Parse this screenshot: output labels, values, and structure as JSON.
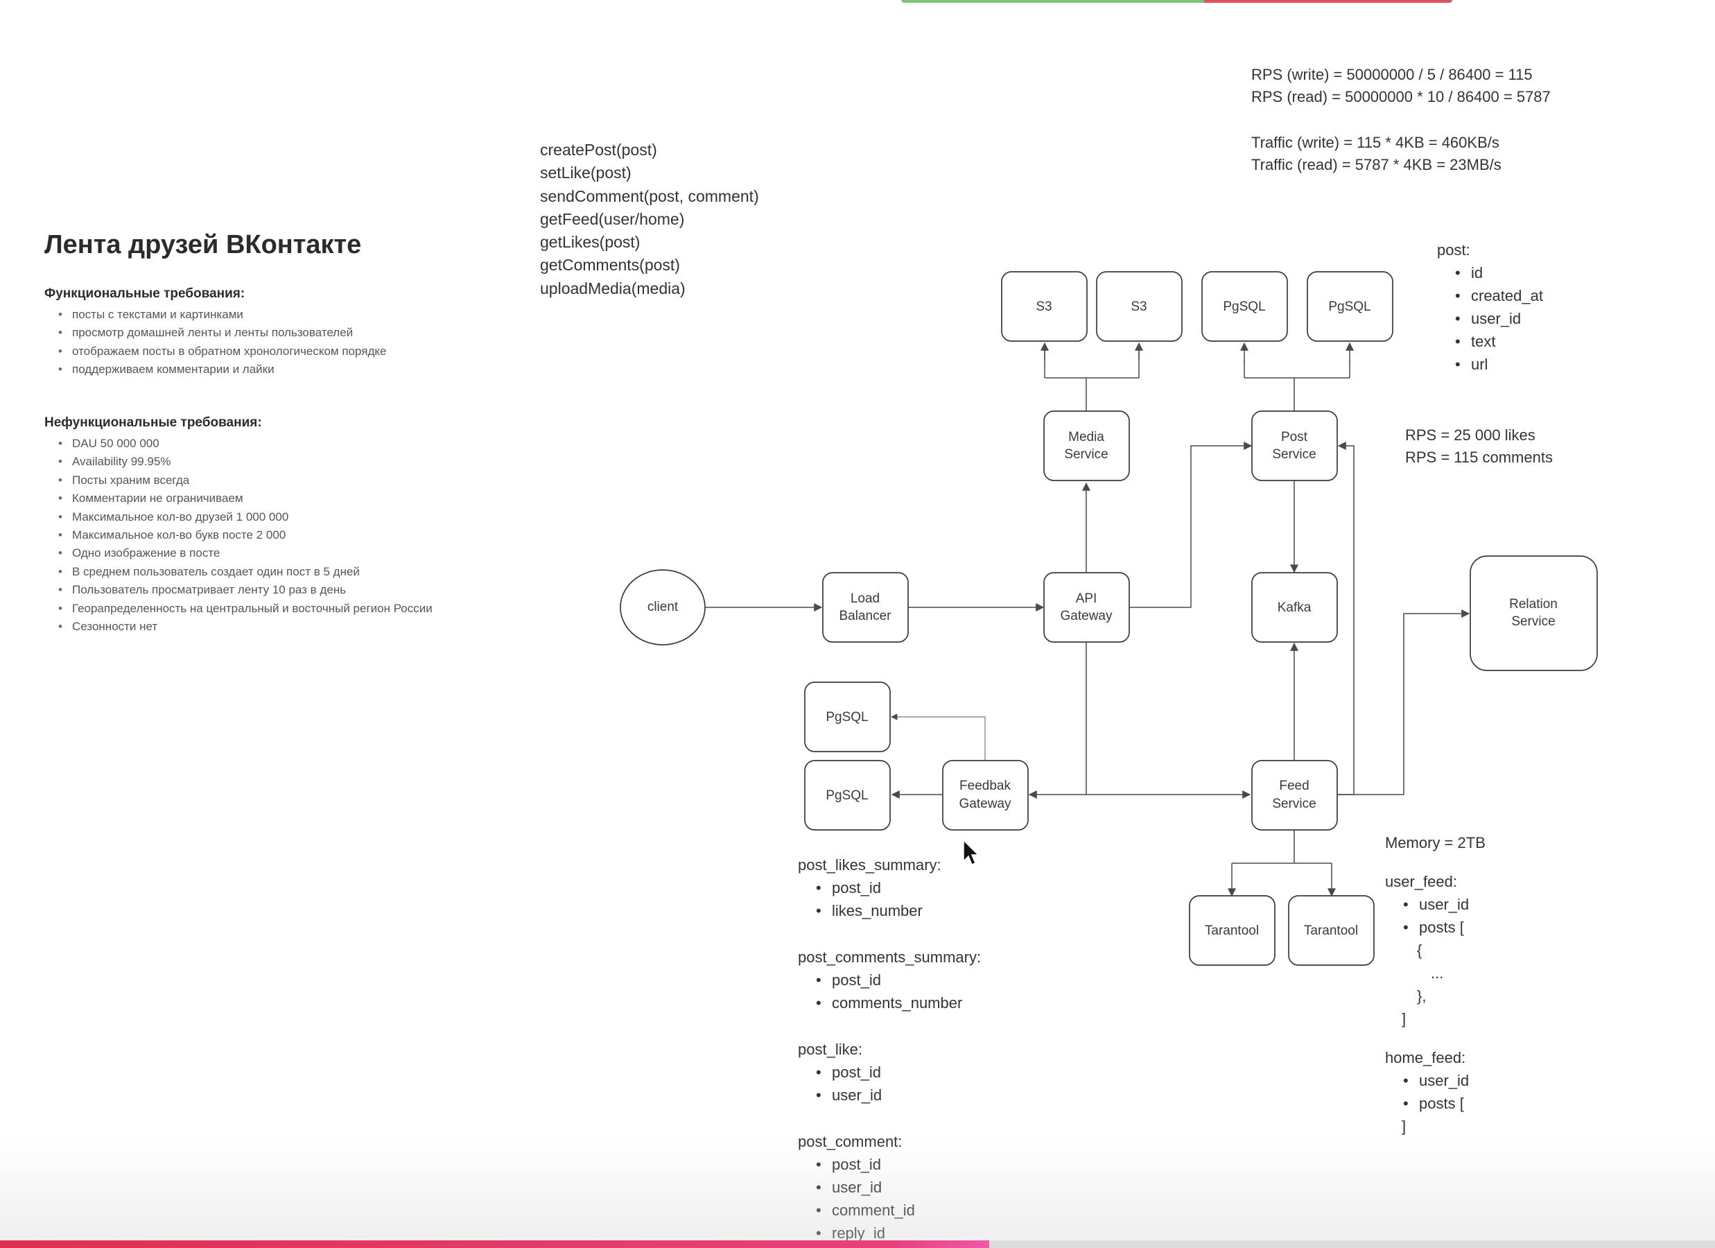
{
  "page": {
    "title": "Лента друзей ВКонтакте",
    "functional": {
      "heading": "Функциональные требования:",
      "items": [
        "посты с текстами и картинками",
        "просмотр домашней ленты и ленты пользователей",
        "отображаем посты в обратном хронологическом порядке",
        "поддерживаем комментарии и лайки"
      ]
    },
    "nonfunctional": {
      "heading": "Нефункциональные требования:",
      "items": [
        "DAU 50 000 000",
        "Availability 99.95%",
        "Посты храним всегда",
        "Комментарии не ограничиваем",
        "Максимальное кол-во друзей 1 000 000",
        "Максимальное кол-во букв посте 2 000",
        "Одно изображение в посте",
        "В среднем пользователь создает один пост в 5 дней",
        "Пользователь просматривает ленту 10 раз в день",
        "Георапределенность на центральный и восточный регион России",
        "Сезонности нет"
      ]
    }
  },
  "api": [
    "createPost(post)",
    "setLike(post)",
    "sendComment(post, comment)",
    "getFeed(user/home)",
    "getLikes(post)",
    "getComments(post)",
    "uploadMedia(media)"
  ],
  "calculations": {
    "rps_write": "RPS (write) = 50000000 / 5 / 86400 = 115",
    "rps_read": "RPS (read) = 50000000 * 10 / 86400 = 5787",
    "traffic_write": "Traffic (write) = 115 * 4KB = 460KB/s",
    "traffic_read": "Traffic (read) = 5787 * 4KB = 23MB/s"
  },
  "post_schema": {
    "title": "post:",
    "fields": [
      "id",
      "created_at",
      "user_id",
      "text",
      "url"
    ]
  },
  "likes_rps": {
    "likes": "RPS = 25 000 likes",
    "comments": "RPS = 115 comments"
  },
  "diagram": {
    "client": "client",
    "load_balancer": [
      "Load",
      "Balancer"
    ],
    "api_gateway": [
      "API",
      "Gateway"
    ],
    "media_service": [
      "Media",
      "Service"
    ],
    "post_service": [
      "Post",
      "Service"
    ],
    "kafka": "Kafka",
    "relation_service": [
      "Relation",
      "Service"
    ],
    "feed_service": [
      "Feed",
      "Service"
    ],
    "feedback_gateway": [
      "Feedbak",
      "Gateway"
    ],
    "s3_a": "S3",
    "s3_b": "S3",
    "pgsql_post_a": "PgSQL",
    "pgsql_post_b": "PgSQL",
    "pgsql_fb_a": "PgSQL",
    "pgsql_fb_b": "PgSQL",
    "tarantool_a": "Tarantool",
    "tarantool_b": "Tarantool"
  },
  "summaries": [
    {
      "title": "post_likes_summary:",
      "fields": [
        "post_id",
        "likes_number"
      ]
    },
    {
      "title": "post_comments_summary:",
      "fields": [
        "post_id",
        "comments_number"
      ]
    },
    {
      "title": "post_like:",
      "fields": [
        "post_id",
        "user_id"
      ]
    },
    {
      "title": "post_comment:",
      "fields": [
        "post_id",
        "user_id",
        "comment_id",
        "reply_id"
      ]
    }
  ],
  "feed_storage": {
    "memory": "Memory = 2TB",
    "user_feed": {
      "title": "user_feed:",
      "fields": [
        "user_id",
        "posts ["
      ],
      "open_brace": "{",
      "ellipsis": "...",
      "close_brace": "},",
      "close_bracket": "]"
    },
    "home_feed": {
      "title": "home_feed:",
      "fields": [
        "user_id",
        "posts ["
      ],
      "close_bracket": "]"
    }
  },
  "video_progress": 0.577
}
